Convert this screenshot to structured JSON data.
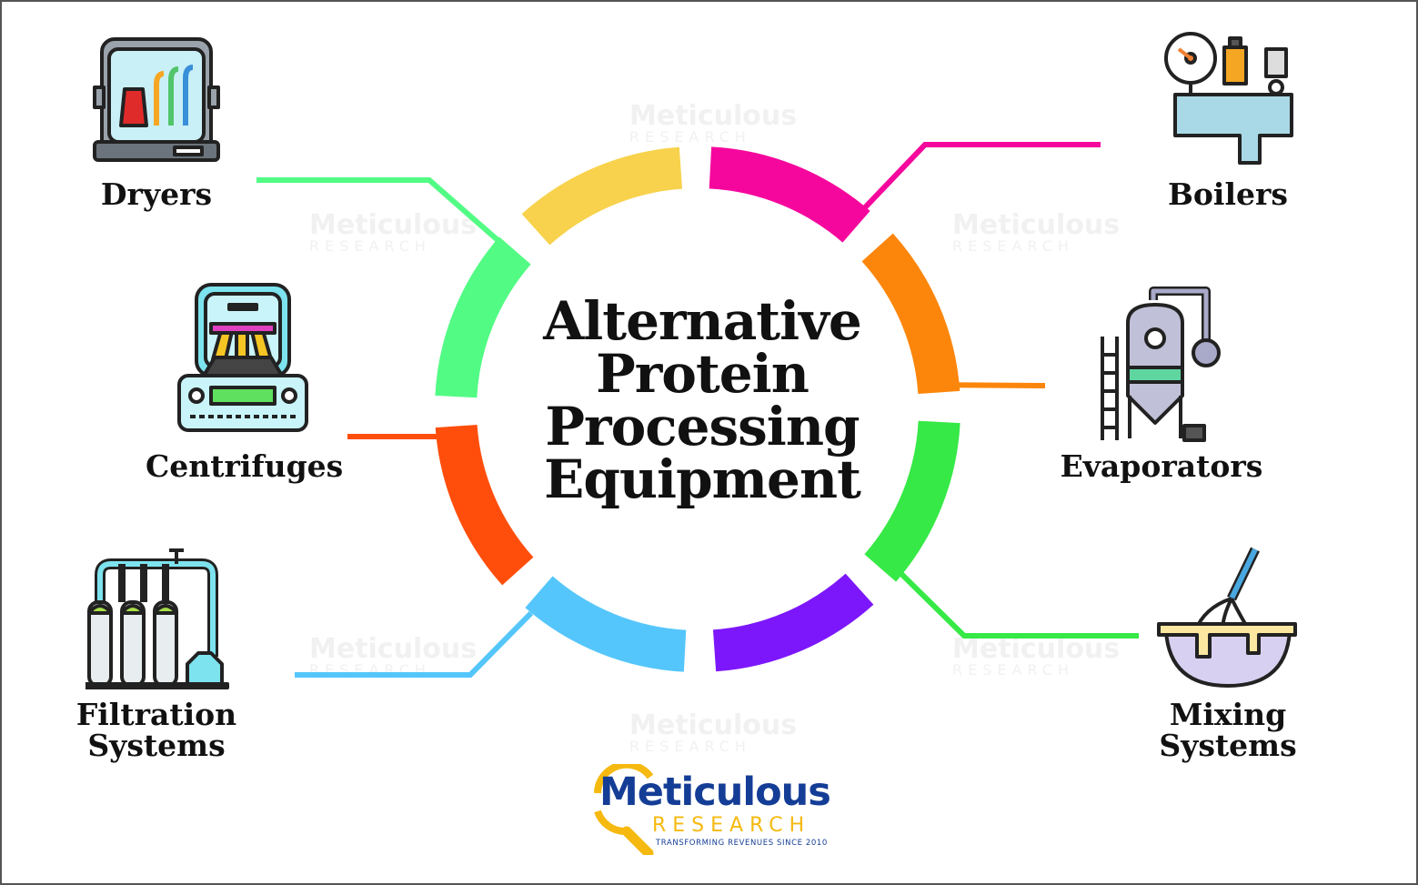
{
  "title": {
    "line1": "Alternative",
    "line2": "Protein",
    "line3": "Processing",
    "line4": "Equipment"
  },
  "items": [
    {
      "label": "Dryers",
      "icon": "dryer-icon",
      "color": "#52fb84"
    },
    {
      "label": "Centrifuges",
      "icon": "centrifuge-icon",
      "color": "#ff4e0c"
    },
    {
      "label_line1": "Filtration",
      "label_line2": "Systems",
      "icon": "filtration-icon",
      "color": "#55c6fb"
    },
    {
      "label": "Boilers",
      "icon": "boiler-icon",
      "color": "#f5079d"
    },
    {
      "label": "Evaporators",
      "icon": "evaporator-icon",
      "color": "#fc860c"
    },
    {
      "label_line1": "Mixing",
      "label_line2": "Systems",
      "icon": "mixing-bowl-icon",
      "color": "#36e946"
    }
  ],
  "ring_colors": [
    "#f5079d",
    "#fc860c",
    "#36e946",
    "#7d17fb",
    "#55c6fb",
    "#ff4e0c",
    "#52fb84",
    "#f8d24c"
  ],
  "logo": {
    "name": "Meticulous",
    "sub": "RESEARCH",
    "tagline": "TRANSFORMING REVENUES SINCE 2010"
  },
  "watermark": {
    "name": "Meticulous",
    "sub": "RESEARCH"
  }
}
